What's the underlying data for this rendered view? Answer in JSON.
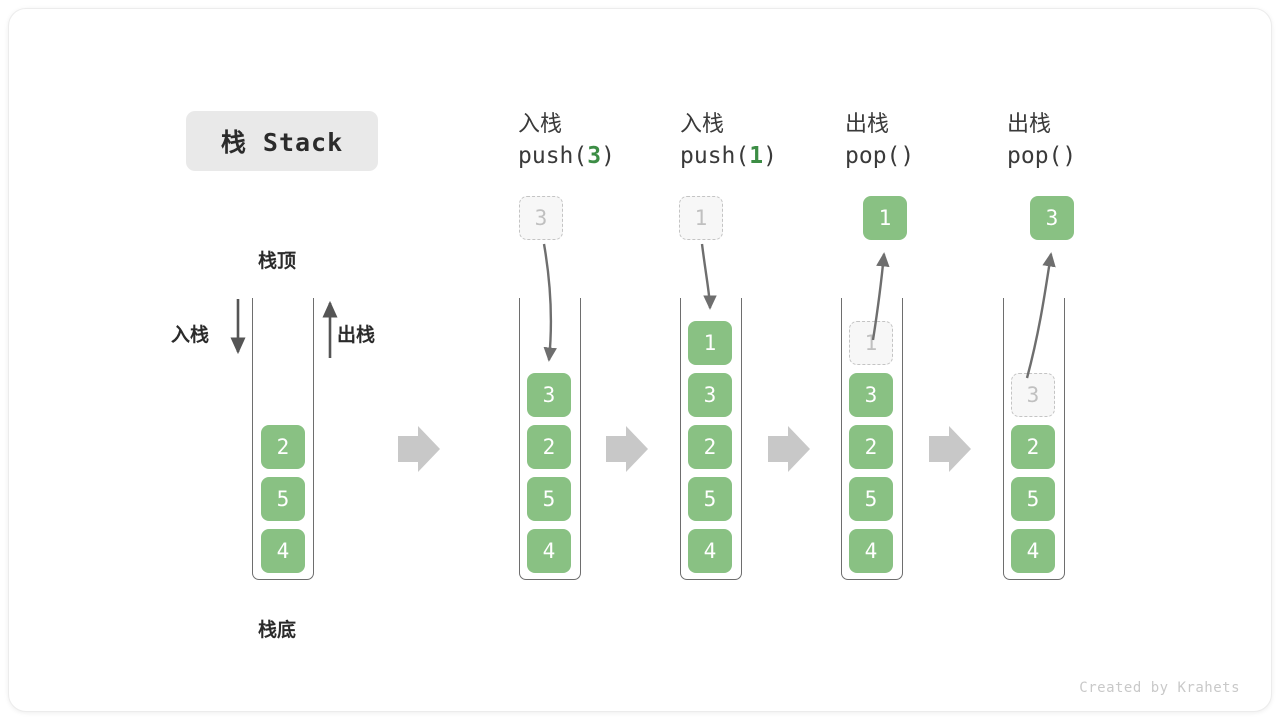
{
  "diagram": {
    "title": "栈 Stack",
    "top_label": "栈顶",
    "bottom_label": "栈底",
    "push_label": "入栈",
    "pop_label": "出栈",
    "footer": "Created by Krahets",
    "colors": {
      "cell_fill": "#89c183",
      "cell_text": "#ffffff",
      "ghost_fill": "#f7f7f7",
      "ghost_border": "#c4c4c4",
      "ghost_text": "#c0c0c0",
      "accent_green": "#3c8d45",
      "block_arrow": "#c8c8c8",
      "line": "#6e6e6e",
      "badge_bg": "#e9e9e9",
      "text": "#2b2b2b"
    }
  },
  "columns": [
    {
      "id": "initial",
      "header_cn": "",
      "header_code": "",
      "header_code_num": "",
      "cells": [
        "2",
        "5",
        "4"
      ],
      "ghost_index": -1,
      "floating": null
    },
    {
      "id": "push-3",
      "header_cn": "入栈",
      "header_code_prefix": "push(",
      "header_code_num": "3",
      "header_code_suffix": ")",
      "cells": [
        "3",
        "2",
        "5",
        "4"
      ],
      "ghost_index": -1,
      "floating": {
        "value": "3",
        "style": "ghost"
      }
    },
    {
      "id": "push-1",
      "header_cn": "入栈",
      "header_code_prefix": "push(",
      "header_code_num": "1",
      "header_code_suffix": ")",
      "cells": [
        "1",
        "3",
        "2",
        "5",
        "4"
      ],
      "ghost_index": -1,
      "floating": {
        "value": "1",
        "style": "ghost"
      }
    },
    {
      "id": "pop-1",
      "header_cn": "出栈",
      "header_code_prefix": "pop(",
      "header_code_num": "",
      "header_code_suffix": ")",
      "cells": [
        "1",
        "3",
        "2",
        "5",
        "4"
      ],
      "ghost_index": 0,
      "floating": {
        "value": "1",
        "style": "solid"
      }
    },
    {
      "id": "pop-3",
      "header_cn": "出栈",
      "header_code_prefix": "pop(",
      "header_code_num": "",
      "header_code_suffix": ")",
      "cells": [
        "3",
        "2",
        "5",
        "4"
      ],
      "ghost_index": 0,
      "floating": {
        "value": "3",
        "style": "solid"
      }
    }
  ]
}
